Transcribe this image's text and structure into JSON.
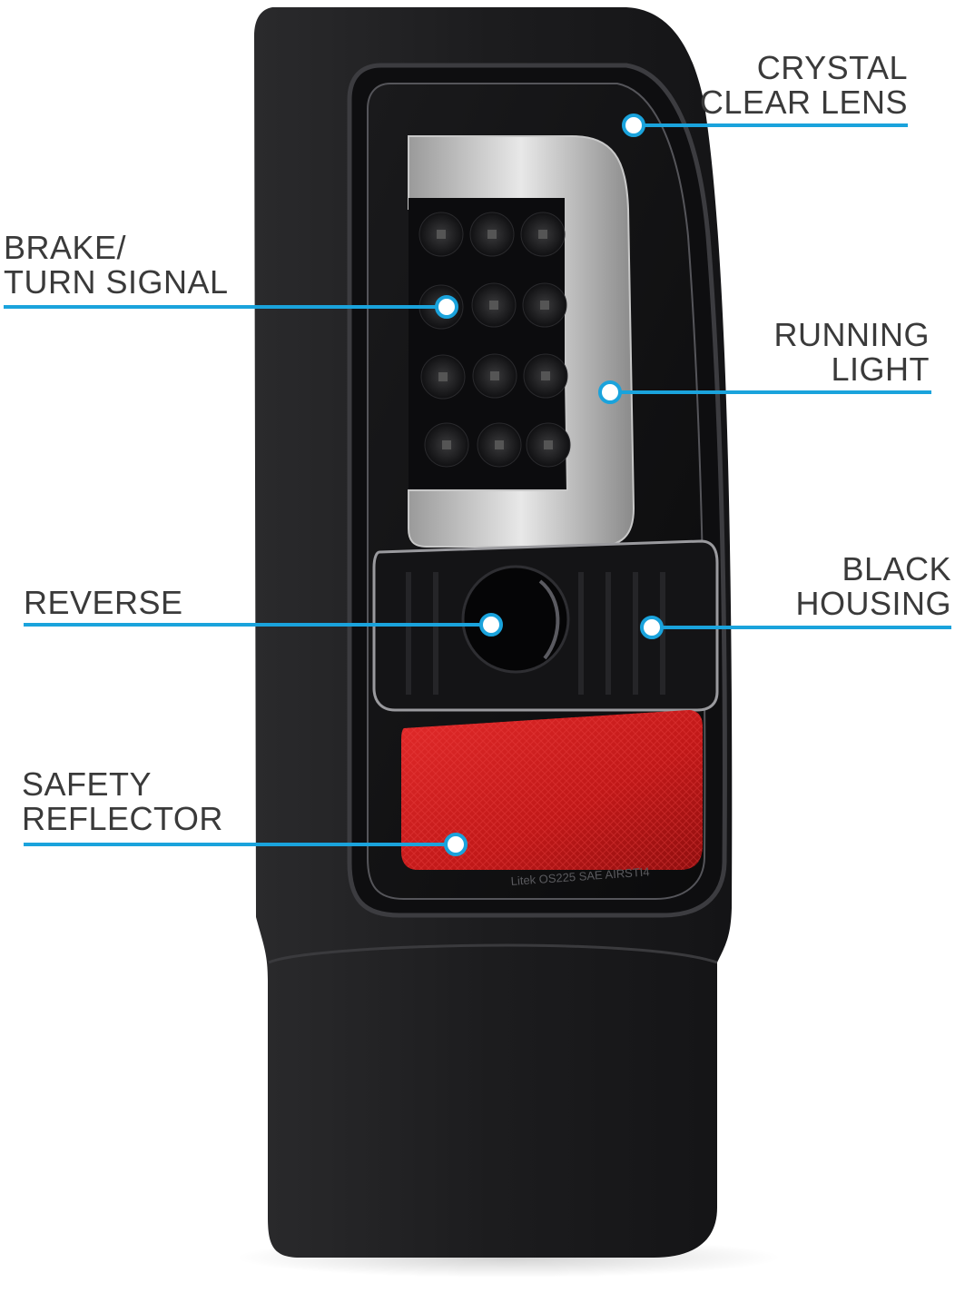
{
  "accent_color": "#1aa3dc",
  "callouts": {
    "crystal_clear_lens": {
      "line1": "CRYSTAL",
      "line2": "CLEAR LENS"
    },
    "brake_turn_signal": {
      "line1": "BRAKE/",
      "line2": "TURN SIGNAL"
    },
    "running_light": {
      "line1": "RUNNING",
      "line2": "LIGHT"
    },
    "reverse": {
      "line1": "REVERSE"
    },
    "black_housing": {
      "line1": "BLACK",
      "line2": "HOUSING"
    },
    "safety_reflector": {
      "line1": "SAFETY",
      "line2": "REFLECTOR"
    }
  },
  "lens_marking": "Litek   OS225 SAE AIRSTI4"
}
